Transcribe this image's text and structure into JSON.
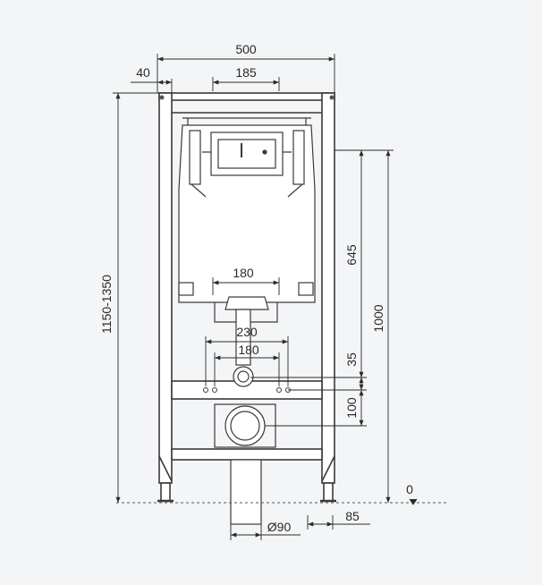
{
  "dimensions": {
    "overall_width": "500",
    "frame_offset": "40",
    "flush_plate_width": "185",
    "overall_height_range": "1150-1350",
    "upper_height": "645",
    "total_height": "1000",
    "bracket_spacing": "180",
    "outer_bolt_spacing": "230",
    "inner_bolt_spacing": "180",
    "inlet_offset": "35",
    "outlet_offset": "100",
    "floor_level": "0",
    "drain_offset": "85",
    "drain_diameter": "Ø90"
  },
  "colors": {
    "background": "#f4f5f7",
    "line": "#3a3a3a",
    "dimension": "#2a2a2a"
  }
}
